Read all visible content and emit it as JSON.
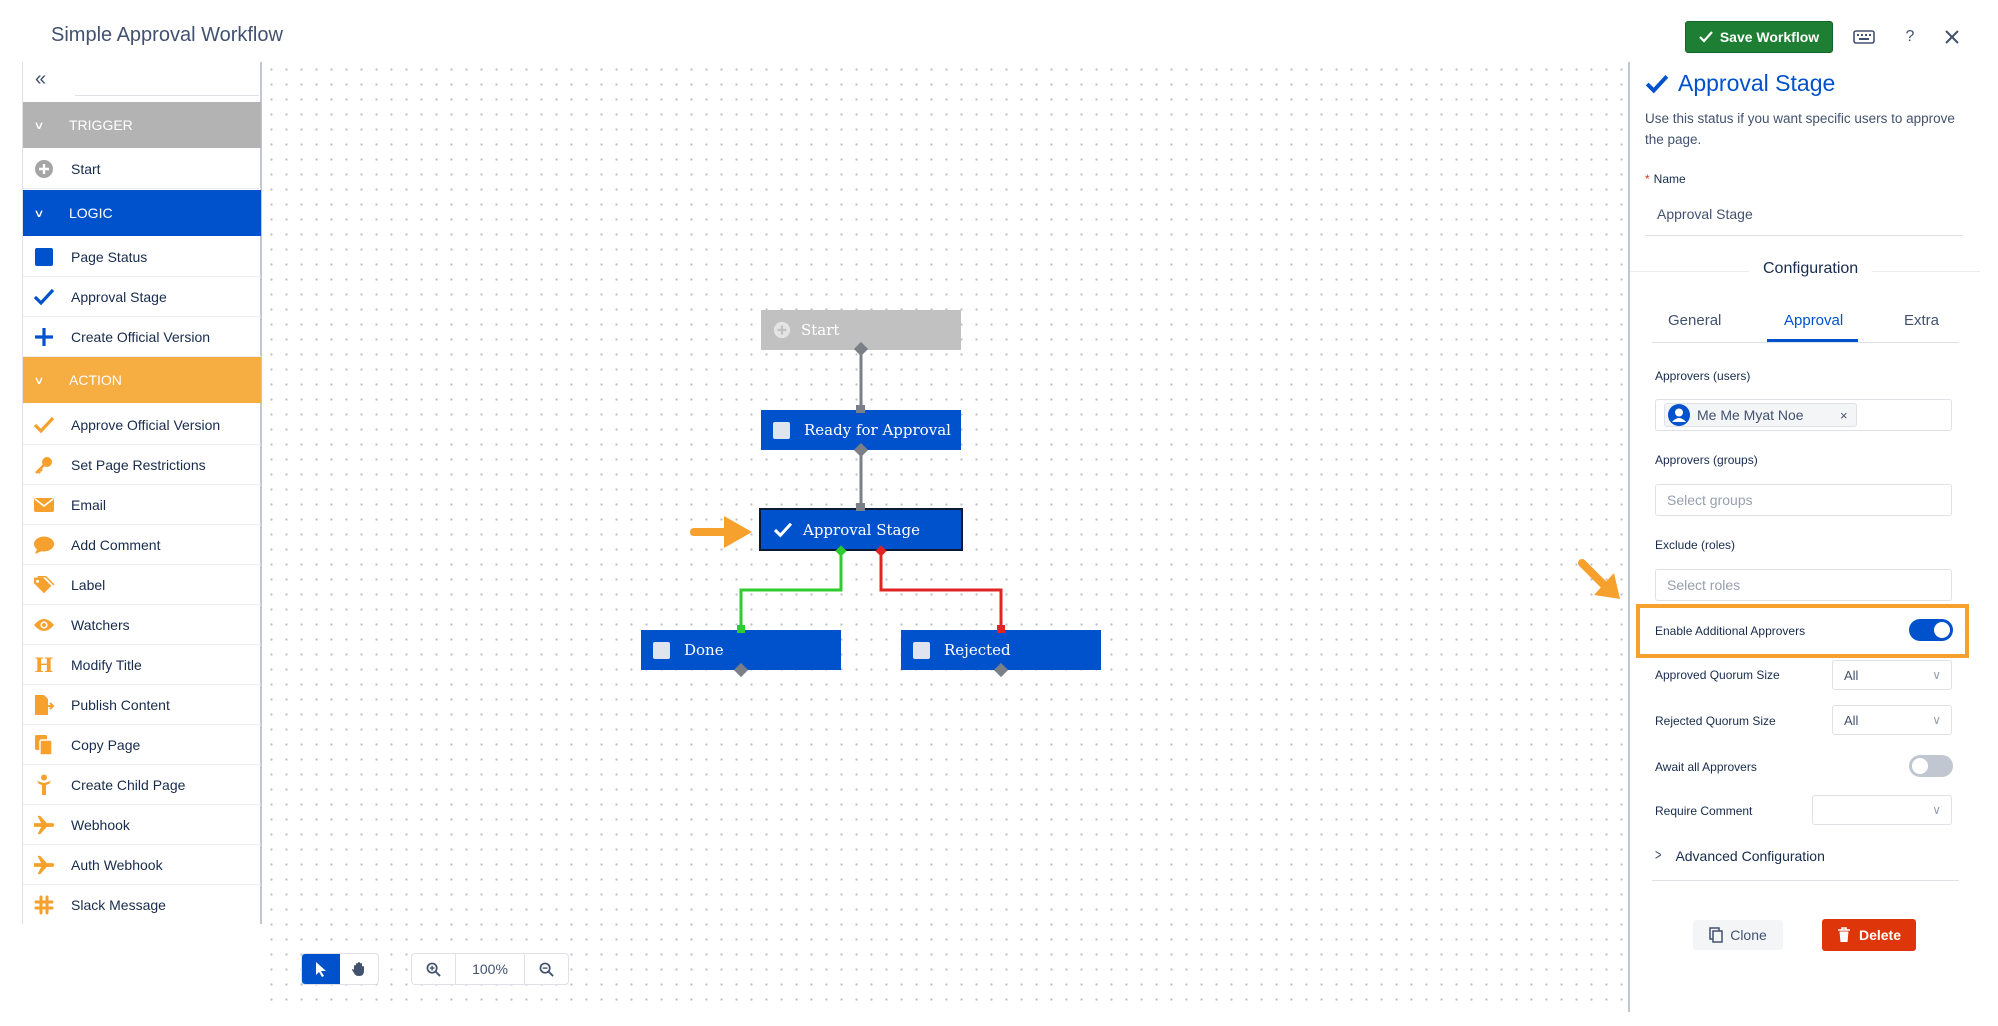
{
  "header": {
    "title": "Simple Approval Workflow",
    "save_label": "Save Workflow",
    "keyboard_icon": "keyboard-icon",
    "help_label": "?",
    "close_icon": "close-icon"
  },
  "palette": {
    "sections": [
      {
        "label": "TRIGGER",
        "color": "#b3b3b3",
        "items": [
          {
            "label": "Start",
            "icon": "plus-circle-icon"
          }
        ]
      },
      {
        "label": "LOGIC",
        "color": "#0052cc",
        "items": [
          {
            "label": "Page Status",
            "icon": "square-icon"
          },
          {
            "label": "Approval Stage",
            "icon": "check-icon"
          },
          {
            "label": "Create Official Version",
            "icon": "plus-icon"
          }
        ]
      },
      {
        "label": "ACTION",
        "color": "#f6ad42",
        "items": [
          {
            "label": "Approve Official Version",
            "icon": "check-icon"
          },
          {
            "label": "Set Page Restrictions",
            "icon": "key-icon"
          },
          {
            "label": "Email",
            "icon": "envelope-icon"
          },
          {
            "label": "Add Comment",
            "icon": "comment-icon"
          },
          {
            "label": "Label",
            "icon": "tag-icon"
          },
          {
            "label": "Watchers",
            "icon": "eye-icon"
          },
          {
            "label": "Modify Title",
            "icon": "heading-icon"
          },
          {
            "label": "Publish Content",
            "icon": "publish-icon"
          },
          {
            "label": "Copy Page",
            "icon": "copy-icon"
          },
          {
            "label": "Create Child Page",
            "icon": "child-icon"
          },
          {
            "label": "Webhook",
            "icon": "plane-icon"
          },
          {
            "label": "Auth Webhook",
            "icon": "plane-icon"
          },
          {
            "label": "Slack Message",
            "icon": "slack-icon"
          }
        ]
      }
    ]
  },
  "canvas": {
    "nodes": {
      "start": "Start",
      "ready": "Ready for Approval",
      "approval": "Approval Stage",
      "done": "Done",
      "rejected": "Rejected"
    },
    "zoom": "100%"
  },
  "panel": {
    "title": "Approval Stage",
    "description": "Use this status if you want specific users to approve the page.",
    "name_required": "*",
    "name_label": "Name",
    "name_value": "Approval Stage",
    "configuration_label": "Configuration",
    "tabs": [
      "General",
      "Approval",
      "Extra"
    ],
    "active_tab": "Approval",
    "approvers_users_label": "Approvers (users)",
    "approver_user": "Me Me Myat Noe",
    "chip_remove": "×",
    "approvers_groups_label": "Approvers (groups)",
    "groups_placeholder": "Select groups",
    "exclude_label": "Exclude (roles)",
    "roles_placeholder": "Select roles",
    "enable_additional_label": "Enable Additional Approvers",
    "enable_additional_value": true,
    "approved_quorum_label": "Approved Quorum Size",
    "approved_quorum_value": "All",
    "rejected_quorum_label": "Rejected Quorum Size",
    "rejected_quorum_value": "All",
    "await_all_label": "Await all Approvers",
    "await_all_value": false,
    "require_comment_label": "Require Comment",
    "require_comment_value": "",
    "advanced_label": "Advanced Configuration",
    "clone_label": "Clone",
    "delete_label": "Delete"
  },
  "colors": {
    "primary": "#0052cc",
    "save_green": "#1e7e34",
    "delete_red": "#de350b",
    "highlight_orange": "#f6a02d",
    "success_edge": "#2ecc2e",
    "reject_edge": "#e02424"
  }
}
